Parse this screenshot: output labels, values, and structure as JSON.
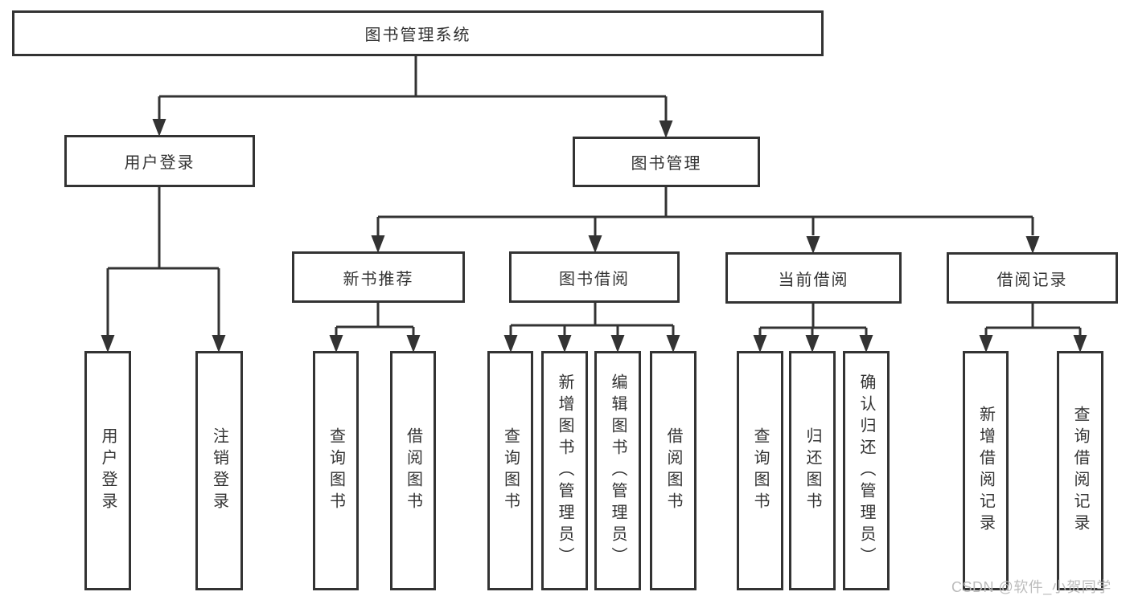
{
  "diagram_title": "图书管理系统",
  "nodes": {
    "root": "图书管理系统",
    "user_login": "用户登录",
    "book_mgmt": "图书管理",
    "new_books": "新书推荐",
    "book_borrow": "图书借阅",
    "current_borrow": "当前借阅",
    "borrow_records": "借阅记录",
    "leaf_user_login": "用户登录",
    "leaf_logout": "注销登录",
    "leaf_nb_query": "查询图书",
    "leaf_nb_borrow": "借阅图书",
    "leaf_bb_query": "查询图书",
    "leaf_bb_add": "新增图书（管理员）",
    "leaf_bb_edit": "编辑图书（管理员）",
    "leaf_bb_borrow": "借阅图书",
    "leaf_cb_query": "查询图书",
    "leaf_cb_return": "归还图书",
    "leaf_cb_confirm": "确认归还（管理员）",
    "leaf_rec_add": "新增借阅记录",
    "leaf_rec_query": "查询借阅记录"
  },
  "hierarchy": {
    "label": "图书管理系统",
    "children": [
      {
        "label": "用户登录",
        "children": [
          {
            "label": "用户登录"
          },
          {
            "label": "注销登录"
          }
        ]
      },
      {
        "label": "图书管理",
        "children": [
          {
            "label": "新书推荐",
            "children": [
              {
                "label": "查询图书"
              },
              {
                "label": "借阅图书"
              }
            ]
          },
          {
            "label": "图书借阅",
            "children": [
              {
                "label": "查询图书"
              },
              {
                "label": "新增图书（管理员）"
              },
              {
                "label": "编辑图书（管理员）"
              },
              {
                "label": "借阅图书"
              }
            ]
          },
          {
            "label": "当前借阅",
            "children": [
              {
                "label": "查询图书"
              },
              {
                "label": "归还图书"
              },
              {
                "label": "确认归还（管理员）"
              }
            ]
          },
          {
            "label": "借阅记录",
            "children": [
              {
                "label": "新增借阅记录"
              },
              {
                "label": "查询借阅记录"
              }
            ]
          }
        ]
      }
    ]
  },
  "watermark": "CSDN @软件_小贺同学",
  "colors": {
    "line": "#333333",
    "background": "#ffffff",
    "text": "#333333",
    "watermark": "#bcbcbc"
  }
}
